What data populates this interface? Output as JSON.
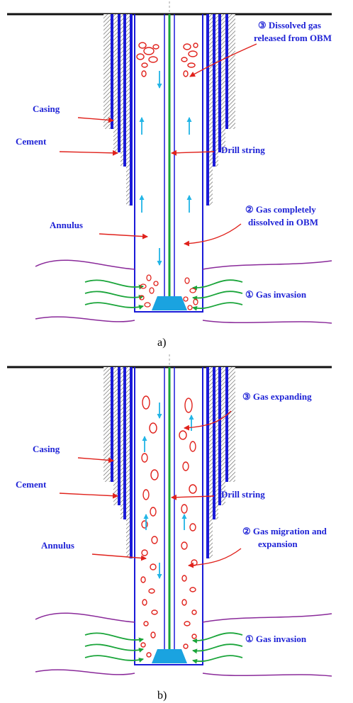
{
  "panels": [
    {
      "caption": "a)",
      "labels": {
        "casing": "Casing",
        "cement": "Cement",
        "annulus": "Annulus",
        "drill_string": "Drill string",
        "note3_line1": "③ Dissolved gas",
        "note3_line2": "released from OBM",
        "note2_line1": "② Gas completely",
        "note2_line2": "dissolved in OBM",
        "note1": "① Gas invasion"
      }
    },
    {
      "caption": "b)",
      "labels": {
        "casing": "Casing",
        "cement": "Cement",
        "annulus": "Annulus",
        "drill_string": "Drill string",
        "note3_line1": "③ Gas expanding",
        "note2_line1": "② Gas migration and",
        "note2_line2": "expansion",
        "note1": "① Gas invasion"
      }
    }
  ],
  "colors": {
    "label_text": "#1f23d6",
    "pointer_arrow": "#e0221c",
    "flow_arrow": "#22b5e6",
    "bubble": "#e0221c",
    "drill_string": "#1aa53a",
    "wellbore_outline": "#1a1ad8",
    "formation_line": "#8a2a9a",
    "gas_influx_arrow": "#1aa53a",
    "bit": "#1aa3e0"
  }
}
